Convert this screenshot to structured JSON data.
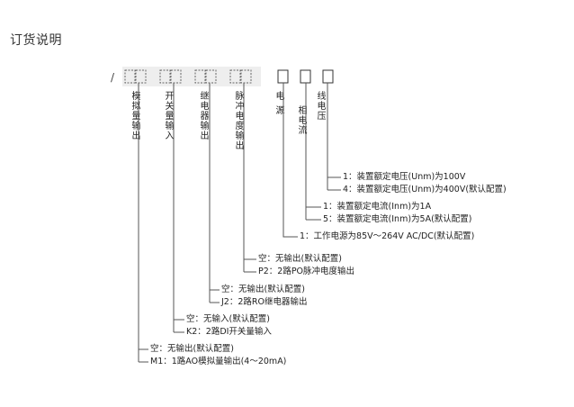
{
  "title": "订货说明",
  "prefix": "/",
  "groups": {
    "analog": "模拟量输出",
    "switch": "开关量输入",
    "relay": "继电器输出",
    "pulse": "脉冲电度输出",
    "power": "电源",
    "current": "相电流",
    "voltage": "线电压"
  },
  "options": {
    "v1": "1：装置额定电压(Unm)为100V",
    "v4": "4：装置额定电压(Unm)为400V(默认配置)",
    "c1": "1：装置额定电流(Inm)为1A",
    "c5": "5：装置额定电流(Inm)为5A(默认配置)",
    "p1": "1：工作电源为85V～264V AC/DC(默认配置)",
    "pulse_none": "空：无输出(默认配置)",
    "pulse_p2": "P2：2路PO脉冲电度输出",
    "relay_none": "空：无输出(默认配置)",
    "relay_j2": "J2：2路RO继电器输出",
    "switch_none": "空：无输入(默认配置)",
    "switch_k2": "K2：2路DI开关量输入",
    "analog_none": "空：无输出(默认配置)",
    "analog_m1": "M1：1路AO模拟量输出(4～20mA)"
  }
}
